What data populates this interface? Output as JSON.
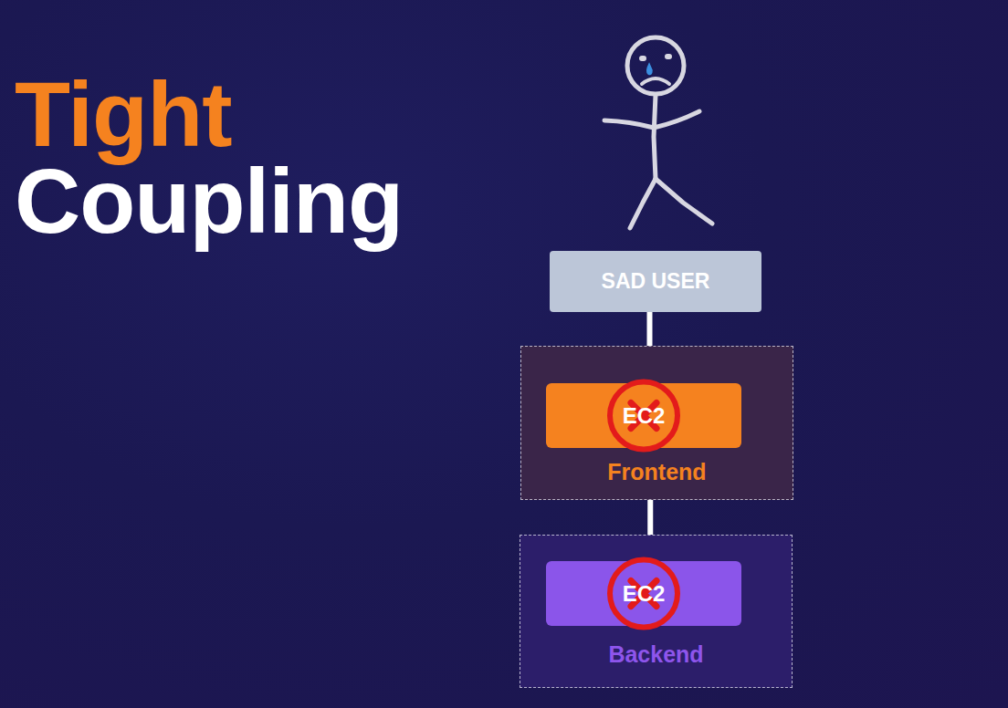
{
  "diagram": {
    "title": "Tight Coupling",
    "nodes": [
      {
        "text": [
          "SAD USER"
        ]
      },
      {
        "text": [
          "Frontend"
        ]
      },
      {
        "text": [
          "EC2"
        ],
        "in": 1
      },
      {
        "text": [
          "Backend"
        ]
      },
      {
        "text": [
          "EC2"
        ],
        "in": 3
      }
    ],
    "edges": [
      {
        "from": 0,
        "to": 2,
        "arrow": "to"
      },
      {
        "from": 1,
        "to": 4,
        "arrow": "to"
      }
    ]
  }
}
